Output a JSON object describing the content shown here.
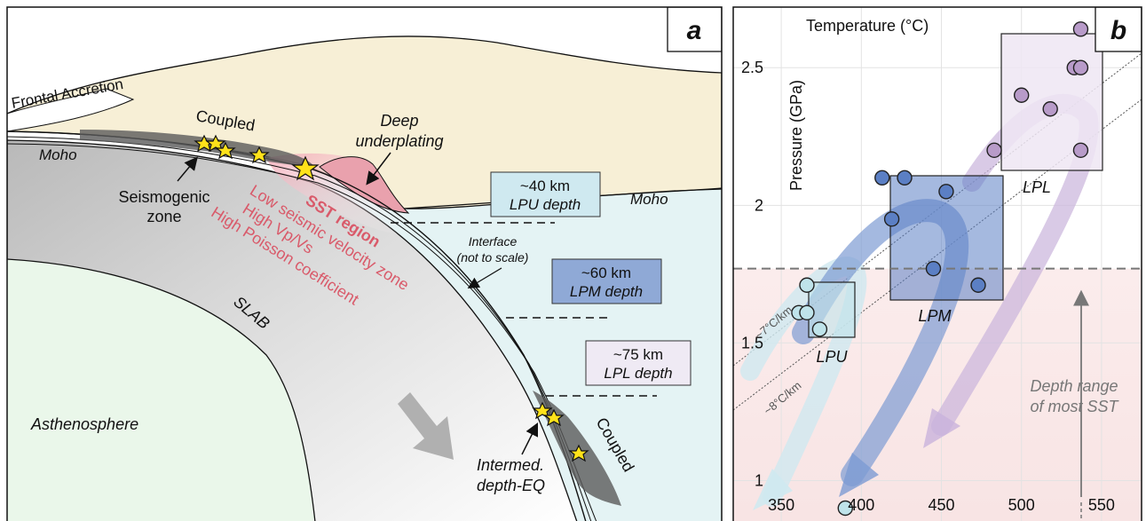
{
  "panel_a": {
    "letter": "a",
    "labels": {
      "frontal_accretion": "Frontal Accretion",
      "coupled_top": "Coupled",
      "deep_underplating_1": "Deep",
      "deep_underplating_2": "underplating",
      "moho_left": "Moho",
      "moho_right": "Moho",
      "seismogenic_1": "Seismogenic",
      "seismogenic_2": "zone",
      "sst_region": "SST region",
      "low_velocity": "Low seismic velocity zone",
      "high_vpvs": "High Vp/Vs",
      "high_poisson": "High Poisson coefficient",
      "slab": "SLAB",
      "asthenosphere": "Asthenosphere",
      "interface_1": "Interface",
      "interface_2": "(not to scale)",
      "intermed_1": "Intermed.",
      "intermed_2": "depth-EQ",
      "coupled_bottom": "Coupled"
    },
    "depth_boxes": [
      {
        "depth": "~40 km",
        "name": "LPU depth",
        "color": "#cfe9f0"
      },
      {
        "depth": "~60 km",
        "name": "LPM depth",
        "color": "#8fa9d6"
      },
      {
        "depth": "~75 km",
        "name": "LPL depth",
        "color": "#efeaf4"
      }
    ],
    "colors": {
      "overriding_plate": "#f7efd6",
      "mantle_wedge": "#e4f3f4",
      "asthenosphere": "#eaf7ea",
      "sst_text": "#d95a6a",
      "star": "#ffe21a"
    }
  },
  "panel_b": {
    "letter": "b",
    "x_axis_title": "Temperature (°C)",
    "y_axis_title": "Pressure (GPa)",
    "gradient_labels": [
      "~7°C/km",
      "~8°C/km"
    ],
    "depth_range_1": "Depth range",
    "depth_range_2": "of most SST",
    "chart_data": {
      "type": "scatter",
      "xlabel": "Temperature (°C)",
      "ylabel": "Pressure (GPa)",
      "xlim": [
        320,
        575
      ],
      "ylim": [
        0.85,
        2.72
      ],
      "x_ticks": [
        350,
        400,
        450,
        500,
        550
      ],
      "y_ticks": [
        1,
        1.5,
        2,
        2.5
      ],
      "y_tick_labels": [
        "1",
        "1.5",
        "2",
        "2.5"
      ],
      "grid": true,
      "sst_depth_threshold_gpa": 1.77,
      "series": [
        {
          "name": "LPU",
          "color": "#bfe3ea",
          "points": [
            [
              366,
              1.71
            ],
            [
              361,
              1.61
            ],
            [
              366,
              1.61
            ],
            [
              374,
              1.55
            ],
            [
              390,
              0.9
            ]
          ]
        },
        {
          "name": "LPM",
          "color": "#5b7fc4",
          "points": [
            [
              413,
              2.1
            ],
            [
              427,
              2.1
            ],
            [
              419,
              1.95
            ],
            [
              453,
              2.05
            ],
            [
              445,
              1.77
            ],
            [
              473,
              1.71
            ]
          ]
        },
        {
          "name": "LPL",
          "color": "#b89bc9",
          "points": [
            [
              537,
              2.64
            ],
            [
              533,
              2.5
            ],
            [
              537,
              2.5
            ],
            [
              500,
              2.4
            ],
            [
              518,
              2.35
            ],
            [
              483,
              2.2
            ],
            [
              537,
              2.2
            ]
          ]
        }
      ]
    }
  }
}
